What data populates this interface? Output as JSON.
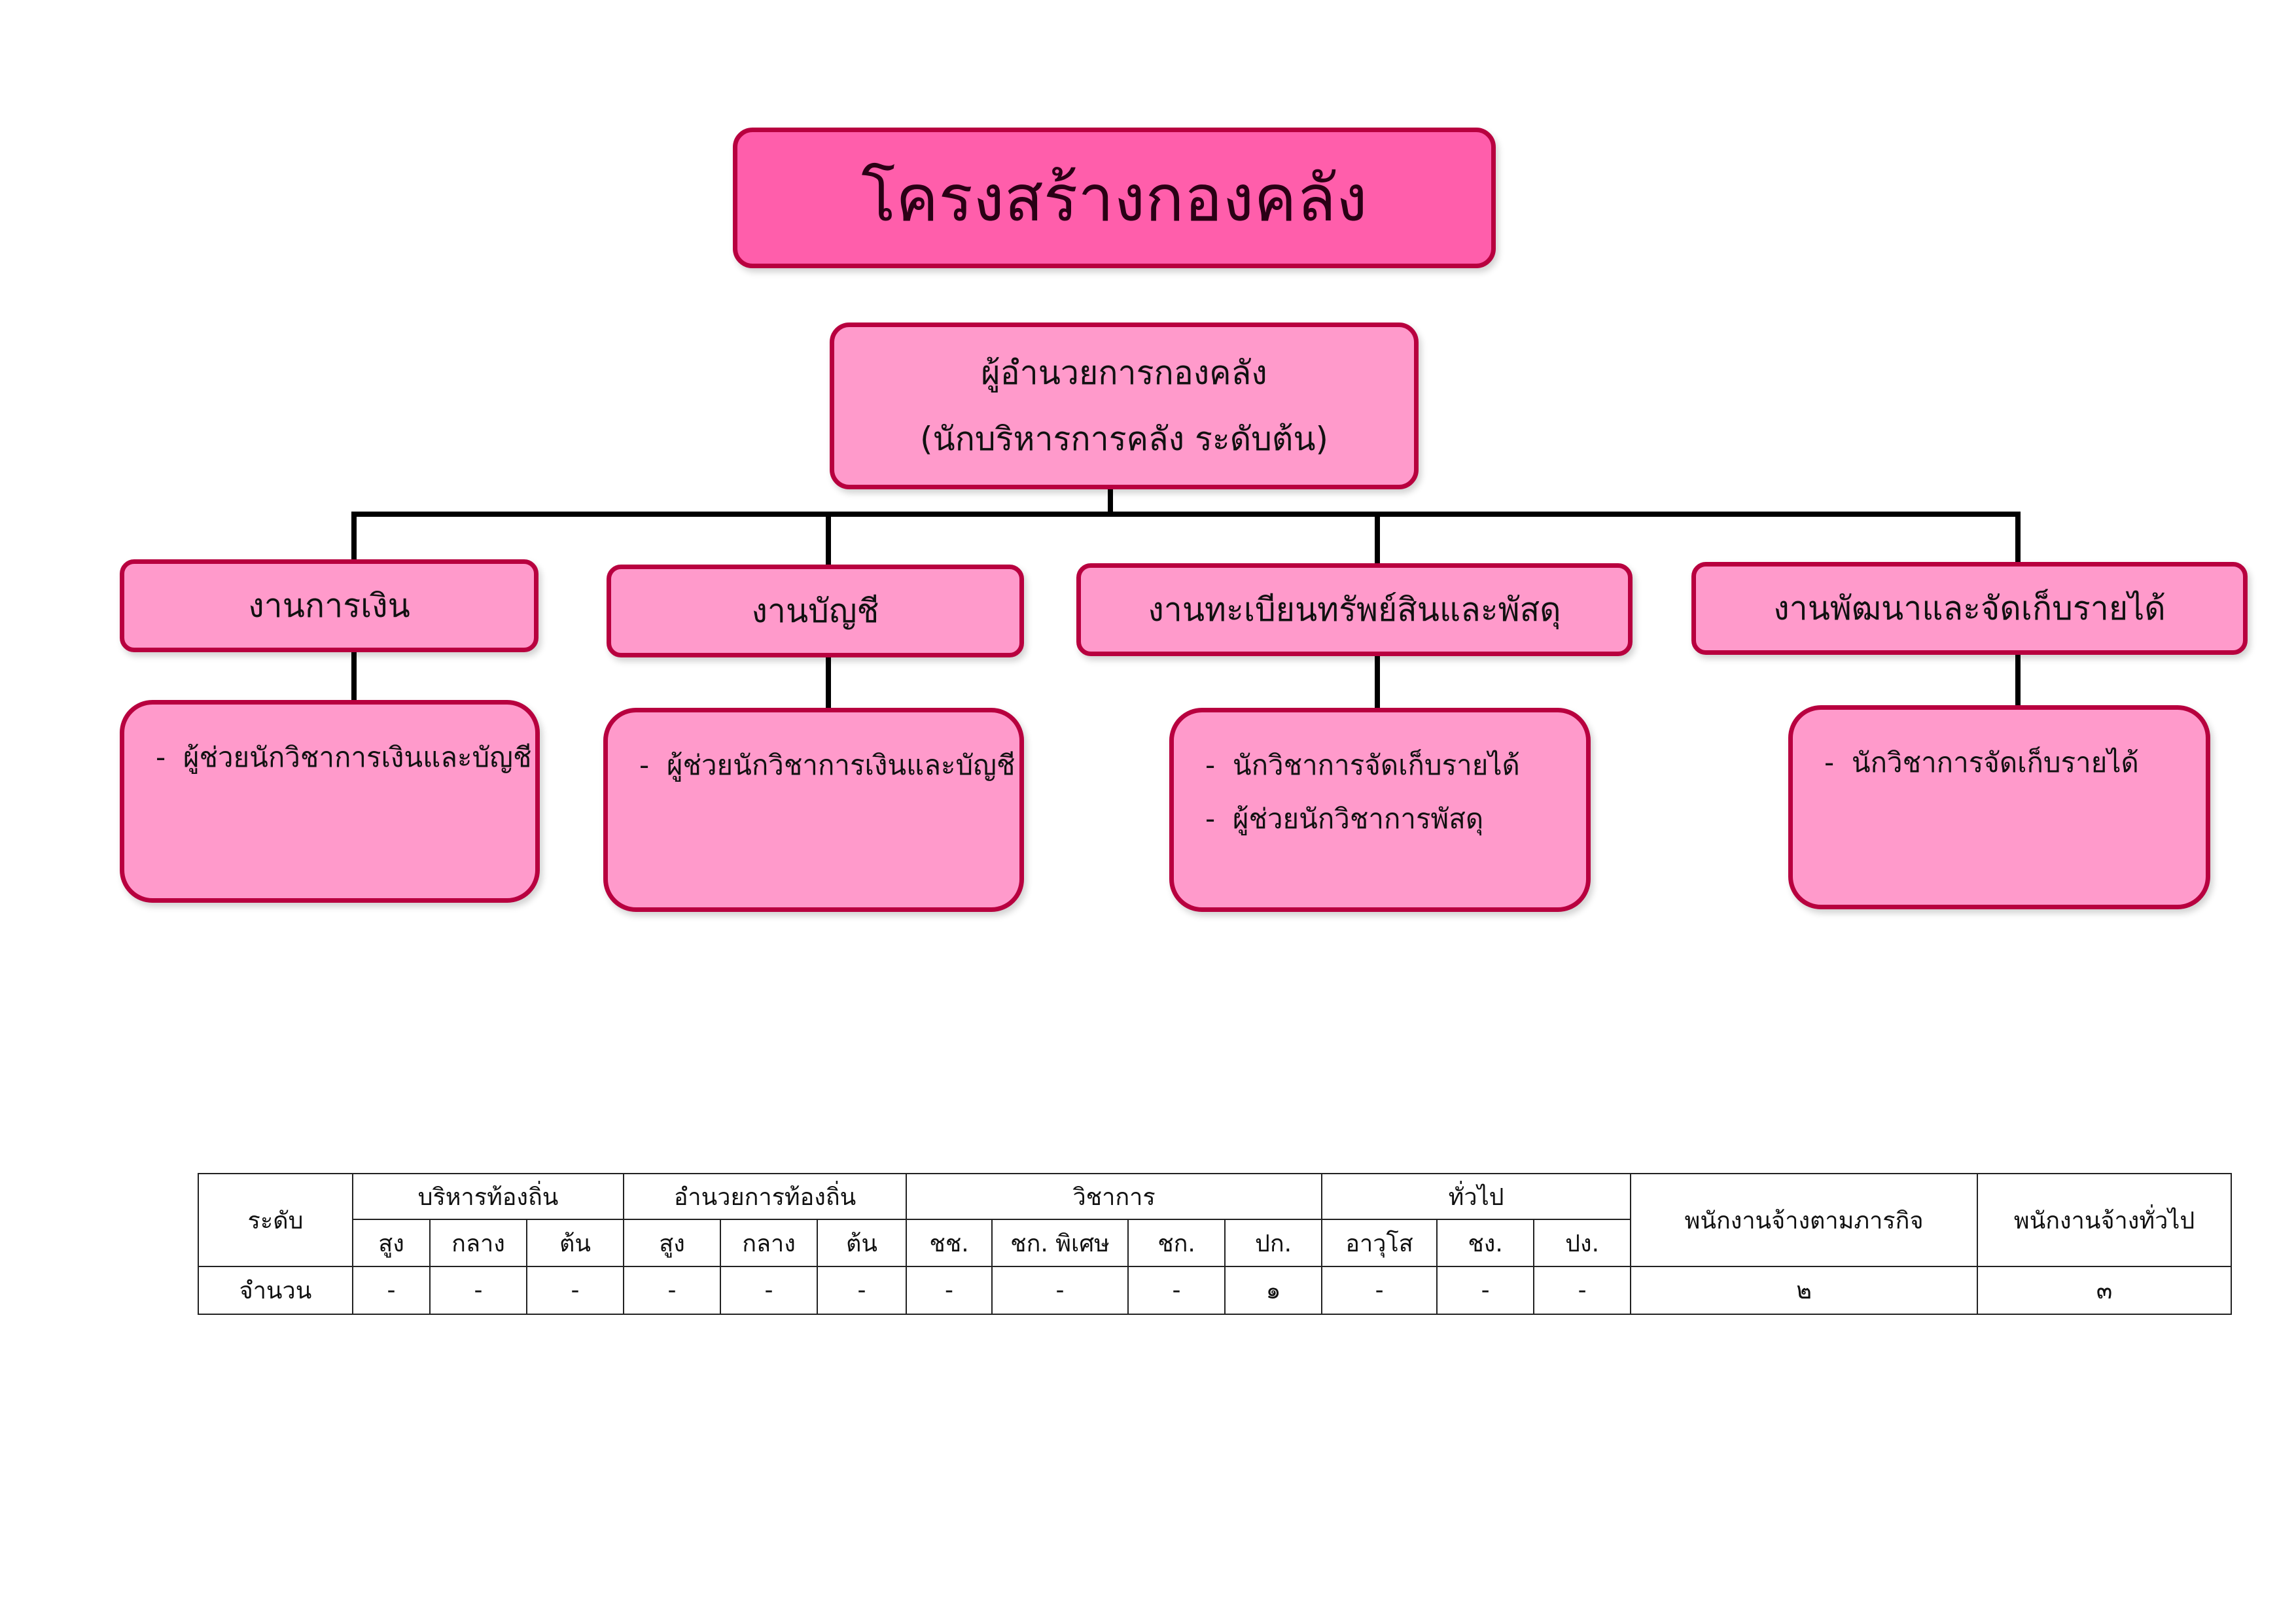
{
  "title": "โครงสร้างกองคลัง",
  "head": {
    "line1": "ผู้อำนวยการกองคลัง",
    "line2": "(นักบริหารการคลัง  ระดับต้น)"
  },
  "departments": [
    {
      "name": "งานการเงิน",
      "positions": [
        "ผู้ช่วยนักวิชาการเงินและบัญชี"
      ]
    },
    {
      "name": "งานบัญชี",
      "positions": [
        "ผู้ช่วยนักวิชาการเงินและบัญชี"
      ]
    },
    {
      "name": "งานทะเบียนทรัพย์สินและพัสดุ",
      "positions": [
        "นักวิชาการจัดเก็บรายได้",
        "ผู้ช่วยนักวิชาการพัสดุ"
      ]
    },
    {
      "name": "งานพัฒนาและจัดเก็บรายได้",
      "positions": [
        "นักวิชาการจัดเก็บรายได้"
      ]
    }
  ],
  "bullet": "-",
  "table": {
    "level_label": "ระดับ",
    "groups": [
      "บริหารท้องถิ่น",
      "อำนวยการท้องถิ่น",
      "วิชาการ",
      "ทั่วไป"
    ],
    "mission_staff": "พนักงานจ้างตามภารกิจ",
    "general_staff": "พนักงานจ้างทั่วไป",
    "sub_headers": [
      "สูง",
      "กลาง",
      "ต้น",
      "สูง",
      "กลาง",
      "ต้น",
      "ชช.",
      "ชก.  พิเศษ",
      "ชก.",
      "ปก.",
      "อาวุโส",
      "ชง.",
      "ปง."
    ],
    "count_label": "จำนวน",
    "counts": [
      "-",
      "-",
      "-",
      "-",
      "-",
      "-",
      "-",
      "-",
      "-",
      "๑",
      "-",
      "-",
      "-",
      "๒",
      "๓"
    ]
  },
  "colors": {
    "title_fill": "#ff5eab",
    "box_fill": "#ff9acb",
    "border": "#b8003f",
    "connector": "#000000"
  }
}
